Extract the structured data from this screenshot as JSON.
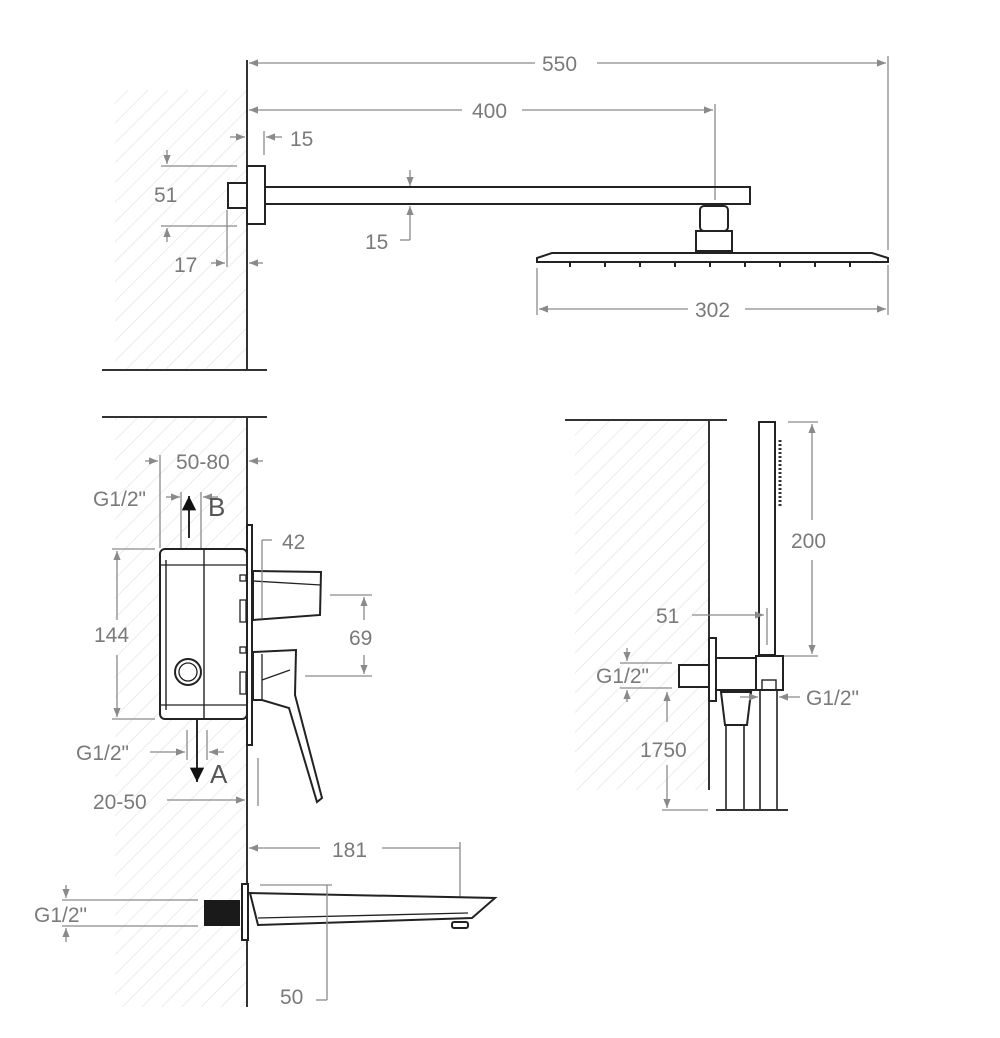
{
  "head_shower_view": {
    "overall_length": "550",
    "arm_length": "400",
    "flange_depth": "15",
    "flange_height": "51",
    "wall_stub": "17",
    "arm_thickness": "15",
    "head_width": "302"
  },
  "mixer_view": {
    "recess_depth": "50-80",
    "outlet_b_thread": "G1/2\"",
    "outlet_b_label": "B",
    "handle_depth": "42",
    "body_height": "144",
    "handle_spacing": "69",
    "outlet_a_thread": "G1/2\"",
    "outlet_a_label": "A",
    "cover_range": "20-50"
  },
  "spout_view": {
    "spout_length": "181",
    "inlet_thread": "G1/2\"",
    "outlet_offset": "50"
  },
  "hand_shower_view": {
    "handset_length": "200",
    "bracket_depth": "51",
    "inlet_thread": "G1/2\"",
    "mount_height": "1750",
    "hose_thread": "G1/2\""
  }
}
